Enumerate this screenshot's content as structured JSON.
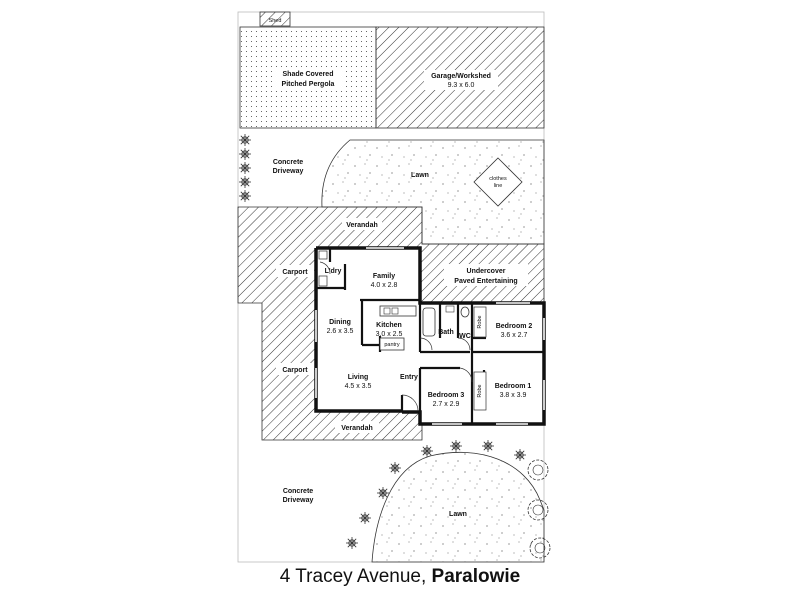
{
  "plan": {
    "shed": "Shed",
    "pergola_line1": "Shade Covered",
    "pergola_line2": "Pitched Pergola",
    "garage": "Garage/Workshed",
    "garage_dim": "9.3 x 6.0",
    "driveway_top_line1": "Concrete",
    "driveway_top_line2": "Driveway",
    "lawn_top": "Lawn",
    "clothes_line1": "clothes",
    "clothes_line2": "line",
    "verandah_top": "Verandah",
    "carport_1": "Carport",
    "carport_2": "Carport",
    "laundry": "L'dry",
    "family": "Family",
    "family_dim": "4.0 x 2.8",
    "undercover_line1": "Undercover",
    "undercover_line2": "Paved Entertaining",
    "dining": "Dining",
    "dining_dim": "2.6 x 3.5",
    "kitchen": "Kitchen",
    "kitchen_dim": "3.0 x 2.5",
    "pantry": "pantry",
    "bath": "Bath",
    "wc": "WC",
    "robe_1": "Robe",
    "robe_2": "Robe",
    "bedroom2": "Bedroom 2",
    "bedroom2_dim": "3.6 x 2.7",
    "bedroom1": "Bedroom 1",
    "bedroom1_dim": "3.8 x 3.9",
    "bedroom3": "Bedroom 3",
    "bedroom3_dim": "2.7 x 2.9",
    "entry": "Entry",
    "living": "Living",
    "living_dim": "4.5 x 3.5",
    "verandah_bottom": "Verandah",
    "driveway_bottom_line1": "Concrete",
    "driveway_bottom_line2": "Driveway",
    "lawn_bottom": "Lawn"
  },
  "caption": {
    "street": "4 Tracey Avenue, ",
    "suburb": "Paralowie"
  }
}
